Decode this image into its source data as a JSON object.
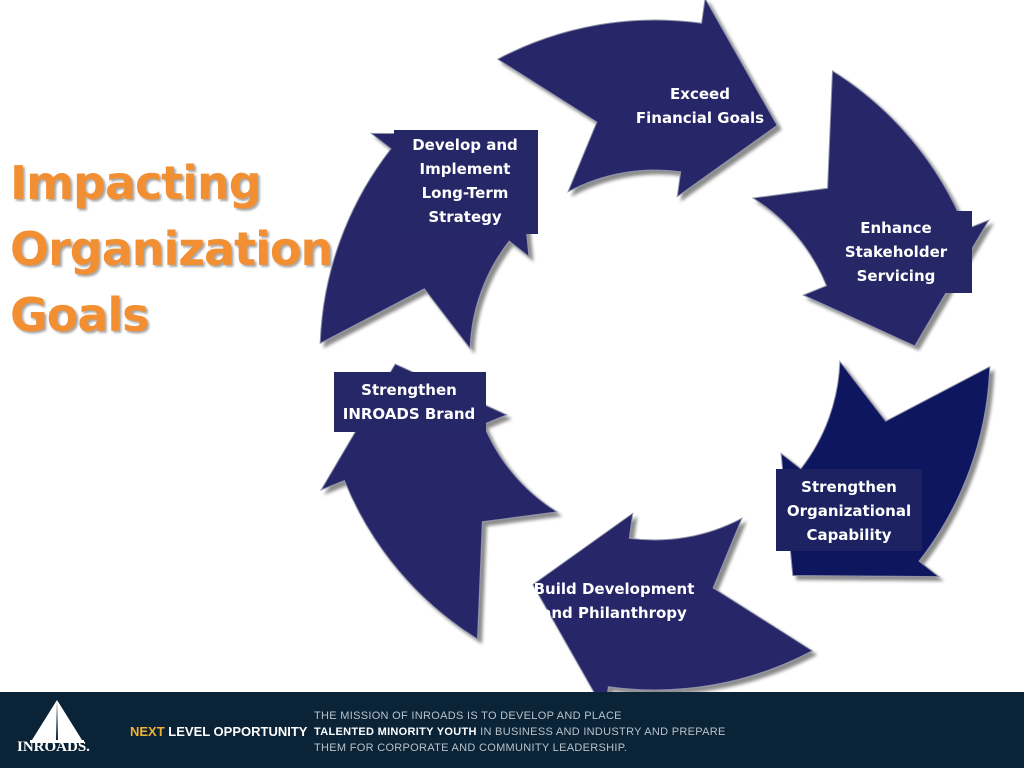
{
  "title": {
    "lines": [
      "Impacting",
      "Organization",
      "Goals"
    ]
  },
  "cycle": {
    "steps": [
      {
        "lines": [
          "Exceed",
          "Financial Goals"
        ]
      },
      {
        "lines": [
          "Enhance",
          "Stakeholder",
          "Servicing"
        ]
      },
      {
        "lines": [
          "Strengthen",
          "Organizational",
          "Capability"
        ]
      },
      {
        "lines": [
          "Build Development",
          "and Philanthropy"
        ]
      },
      {
        "lines": [
          "Strengthen",
          "INROADS Brand"
        ]
      },
      {
        "lines": [
          "Develop and",
          "Implement",
          "Long-Term",
          "Strategy"
        ]
      }
    ],
    "colors": {
      "arrow": "#252767",
      "arrow_highlight": "#0f125e",
      "label_box": "#1c2262"
    }
  },
  "footer": {
    "logo_text": "INROADS.",
    "tagline_next": "NEXT",
    "tagline_rest": " LEVEL OPPORTUNITY",
    "mission": {
      "line1": "THE MISSION OF INROADS IS TO DEVELOP AND PLACE",
      "line2_bold": "TALENTED MINORITY YOUTH",
      "line2_rest": " IN BUSINESS AND INDUSTRY AND PREPARE",
      "line3": "THEM FOR CORPORATE AND COMMUNITY LEADERSHIP."
    }
  }
}
